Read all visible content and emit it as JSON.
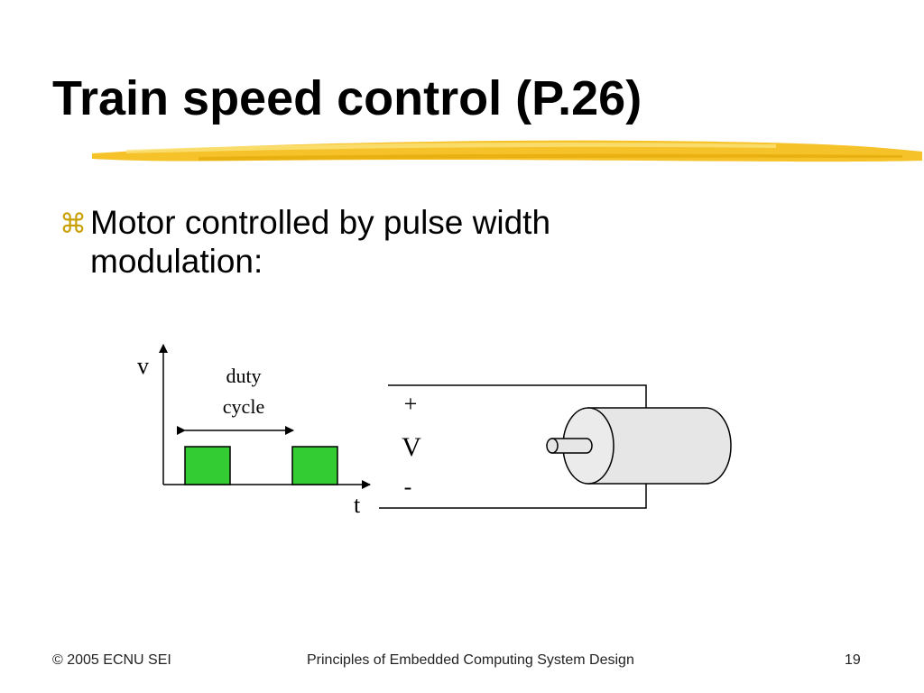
{
  "slide": {
    "title": "Train speed control (P.26)",
    "bullet_symbol": "⌘",
    "bullet_text": "Motor controlled by pulse width modulation:"
  },
  "diagram": {
    "v_axis_label": "v",
    "t_axis_label": "t",
    "duty_cycle_label_line1": "duty",
    "duty_cycle_label_line2": "cycle",
    "plus_label": "+",
    "voltage_label": "V",
    "minus_label": "-",
    "pulse_color": "#33cc33",
    "motor_color": "#e6e6e6"
  },
  "footer": {
    "copyright": "© 2005 ECNU SEI",
    "course": "Principles of Embedded Computing System Design",
    "page_number": "19"
  }
}
